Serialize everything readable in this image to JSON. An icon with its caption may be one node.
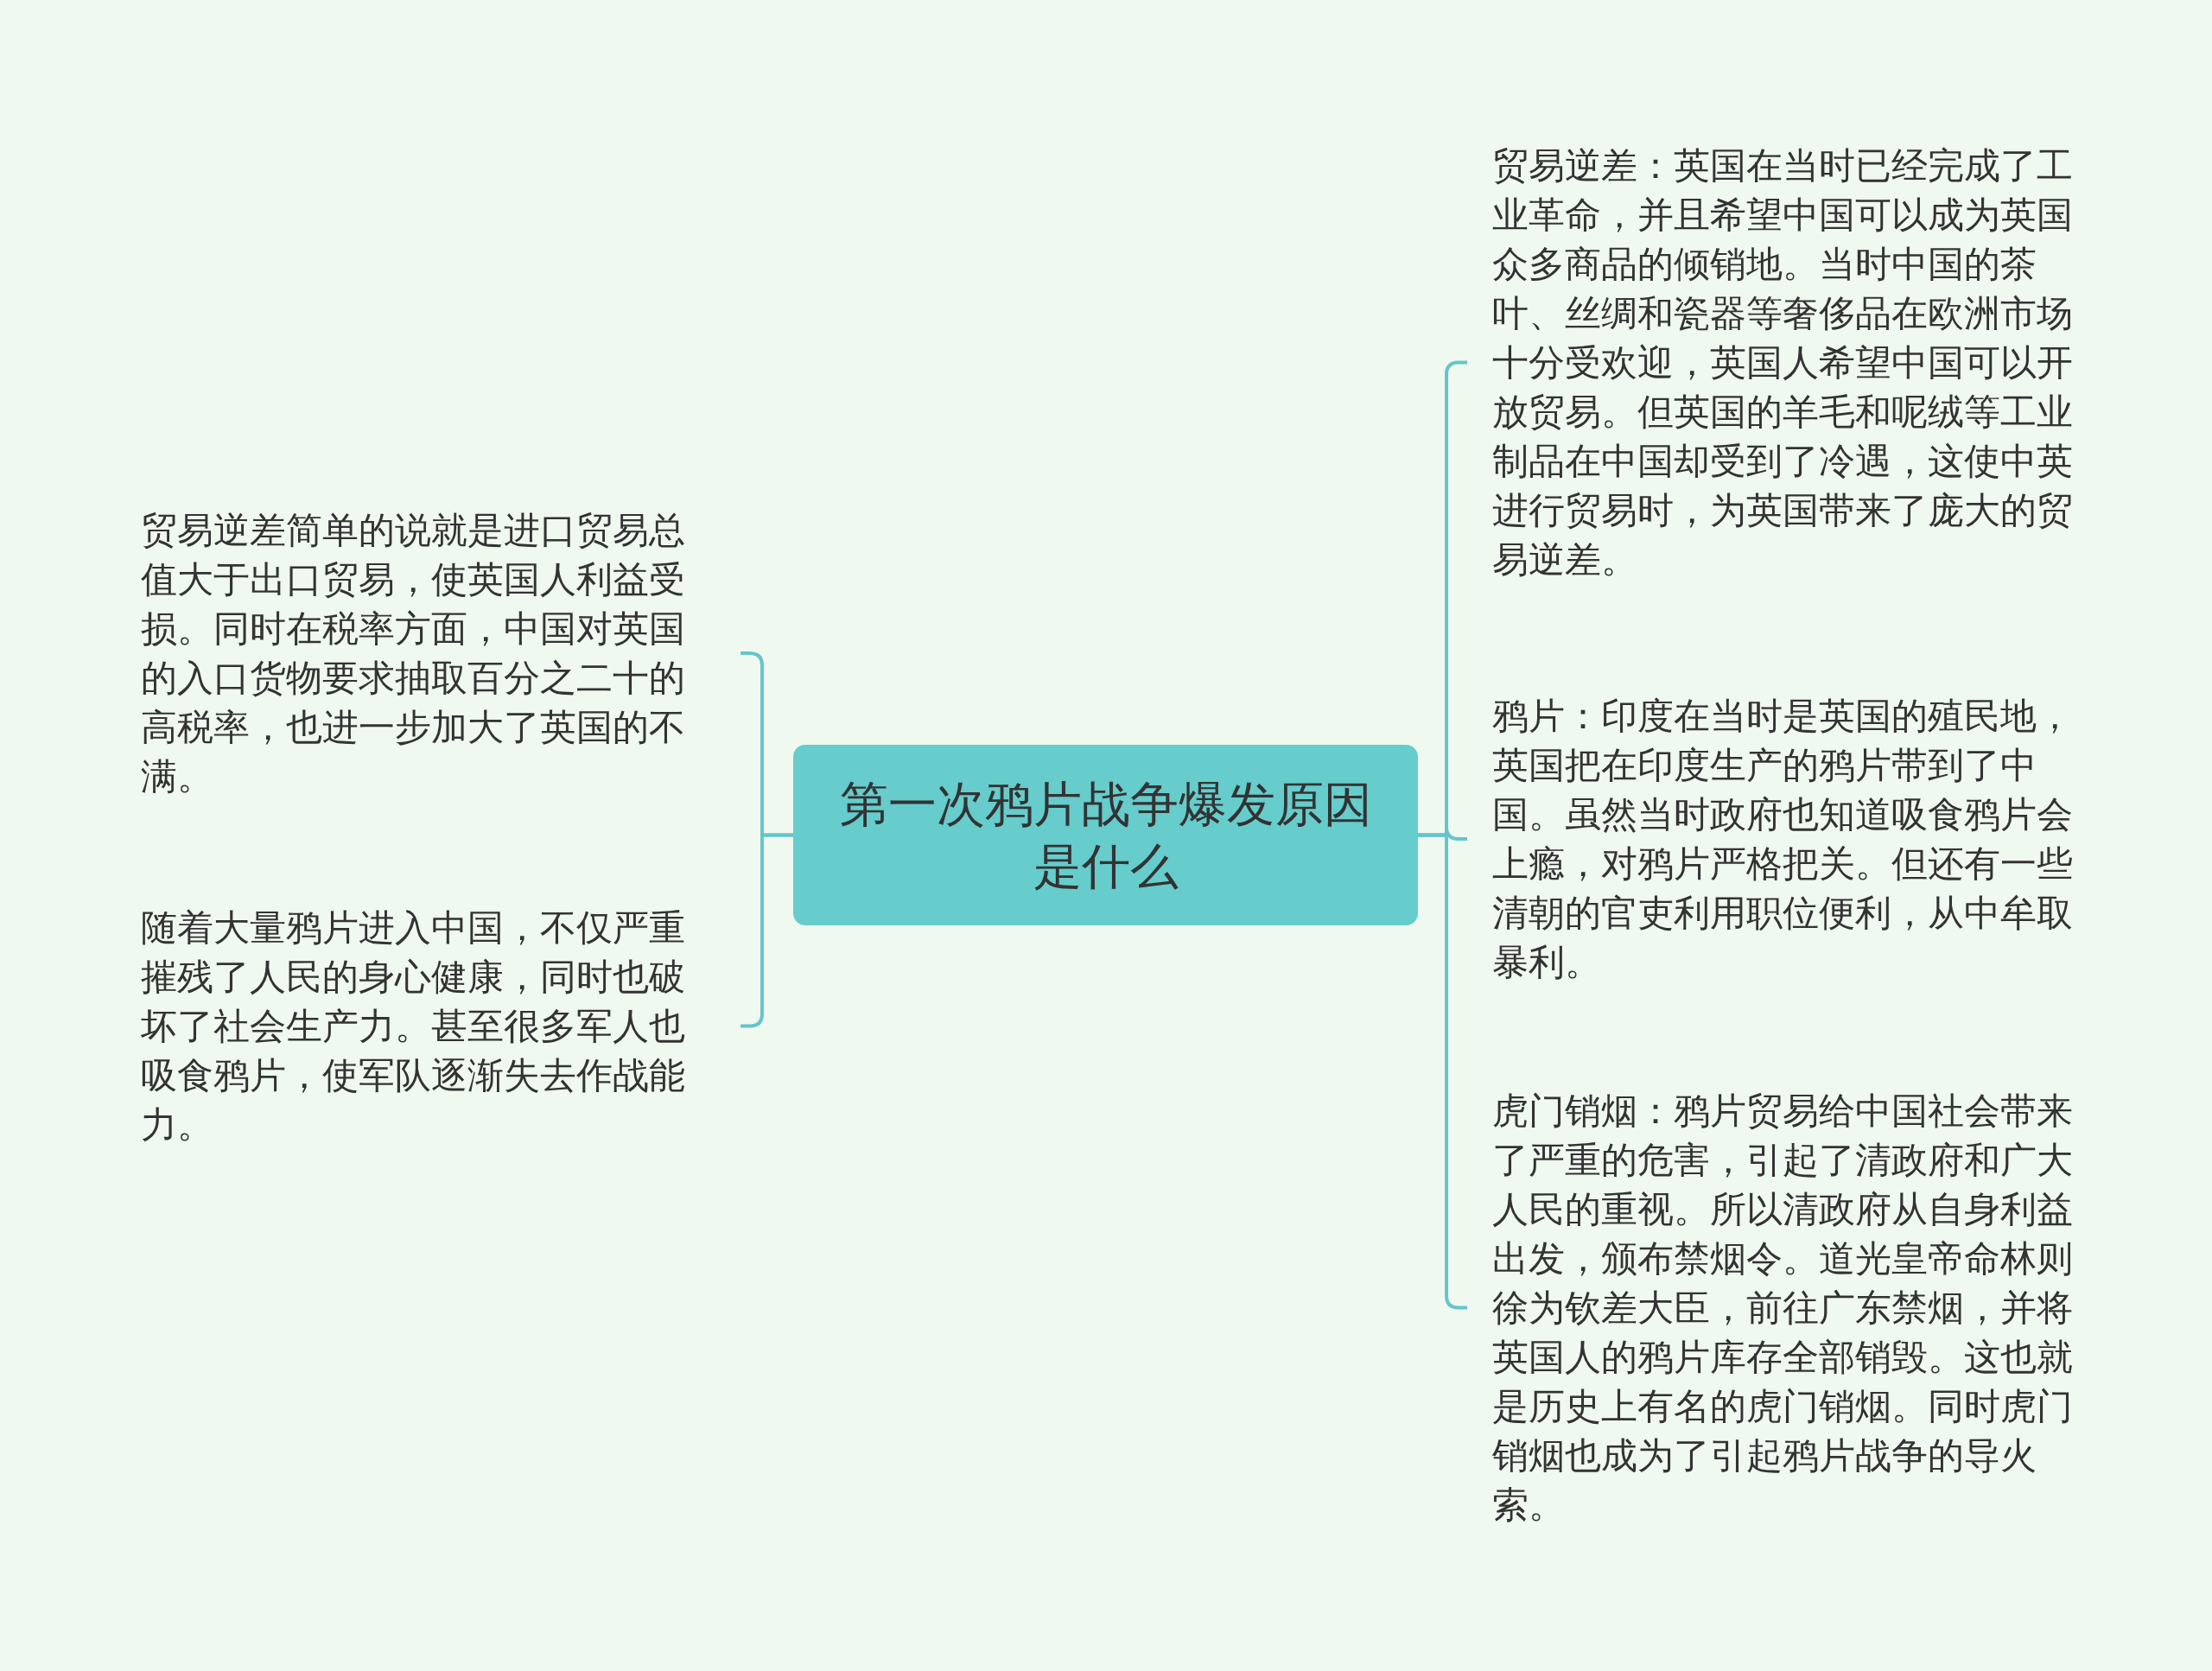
{
  "diagram": {
    "nodes": [
      {
        "text": [
          "第一次鸦片战争爆发原因是什么"
        ]
      },
      {
        "text": [
          "贸易逆差简单的说就是进口贸易总值大于出口贸易，使英国人利益受损。同时在税率方面，中国对英国的入口货物要求抽取百分之二十的高税率，也进一步加大了英国的不满。"
        ]
      },
      {
        "text": [
          "随着大量鸦片进入中国，不仅严重摧残了人民的身心健康，同时也破坏了社会生产力。甚至很多军人也吸食鸦片，使军队逐渐失去作战能力。"
        ]
      },
      {
        "text": [
          "贸易逆差：英国在当时已经完成了工业革命，并且希望中国可以成为英国众多商品的倾销地。当时中国的茶叶、丝绸和瓷器等奢侈品在欧洲市场十分受欢迎，英国人希望中国可以开放贸易。但英国的羊毛和呢绒等工业制品在中国却受到了冷遇，这使中英进行贸易时，为英国带来了庞大的贸易逆差。"
        ]
      },
      {
        "text": [
          "鸦片：印度在当时是英国的殖民地，英国把在印度生产的鸦片带到了中国。虽然当时政府也知道吸食鸦片会上瘾，对鸦片严格把关。但还有一些清朝的官吏利用职位便利，从中牟取暴利。"
        ]
      },
      {
        "text": [
          "虎门销烟：鸦片贸易给中国社会带来了严重的危害，引起了清政府和广大人民的重视。所以清政府从自身利益出发，颁布禁烟令。道光皇帝命林则徐为钦差大臣，前往广东禁烟，并将英国人的鸦片库存全部销毁。这也就是历史上有名的虎门销烟。同时虎门销烟也成为了引起鸦片战争的导火索。"
        ]
      }
    ],
    "edges": [
      {
        "from": 0,
        "to": 1,
        "arrow": "none"
      },
      {
        "from": 0,
        "to": 2,
        "arrow": "none"
      },
      {
        "from": 0,
        "to": 3,
        "arrow": "none"
      },
      {
        "from": 0,
        "to": 4,
        "arrow": "none"
      },
      {
        "from": 0,
        "to": 5,
        "arrow": "none"
      }
    ]
  }
}
